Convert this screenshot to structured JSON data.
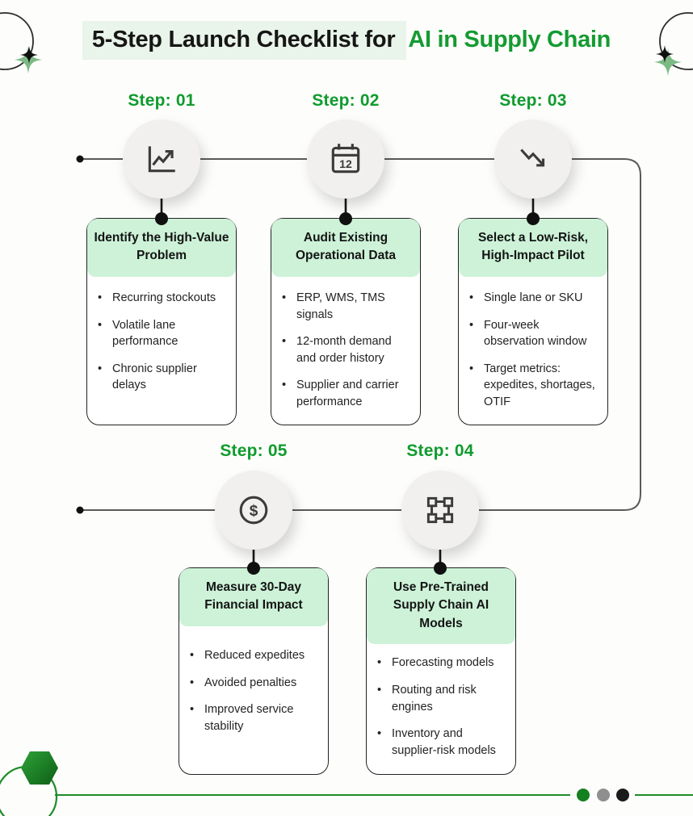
{
  "title": {
    "highlight_text": "5-Step Launch Checklist for",
    "accent_text": "AI in Supply Chain"
  },
  "steps": [
    {
      "label": "Step: 01",
      "icon": "line-chart-up-icon",
      "card_title": "Identify the High-Value Problem",
      "bullets": [
        "Recurring stockouts",
        "Volatile lane performance",
        "Chronic supplier delays"
      ]
    },
    {
      "label": "Step: 02",
      "icon": "calendar-icon",
      "icon_text": "12",
      "card_title": "Audit Existing Operational Data",
      "bullets": [
        "ERP, WMS, TMS signals",
        "12-month demand and order history",
        "Supplier and carrier performance"
      ]
    },
    {
      "label": "Step: 03",
      "icon": "trend-down-icon",
      "card_title": "Select a Low-Risk, High-Impact Pilot",
      "bullets": [
        "Single lane or SKU",
        "Four-week observation window",
        "Target metrics: expedites, shortages, OTIF"
      ]
    },
    {
      "label": "Step: 04",
      "icon": "nodes-square-icon",
      "card_title": "Use Pre-Trained Supply Chain AI Models",
      "bullets": [
        "Forecasting models",
        "Routing and risk engines",
        "Inventory and supplier-risk models"
      ]
    },
    {
      "label": "Step: 05",
      "icon": "dollar-circle-icon",
      "icon_text": "$",
      "card_title": "Measure 30-Day Financial Impact",
      "bullets": [
        "Reduced expedites",
        "Avoided penalties",
        "Improved service stability"
      ]
    }
  ],
  "colors": {
    "accent_green": "#149b31",
    "title_highlight_bg": "#e9f4ea",
    "card_header_bg": "#cdf2d8",
    "connector_gray": "#5a5a5a",
    "footer_line_green": "#1e8c28",
    "footer_dot_green": "#15801f",
    "footer_dot_gray": "#8f8f8f",
    "footer_dot_black": "#1b1b1b"
  },
  "footer": {
    "pagination_dots": [
      "green",
      "gray",
      "black"
    ]
  }
}
